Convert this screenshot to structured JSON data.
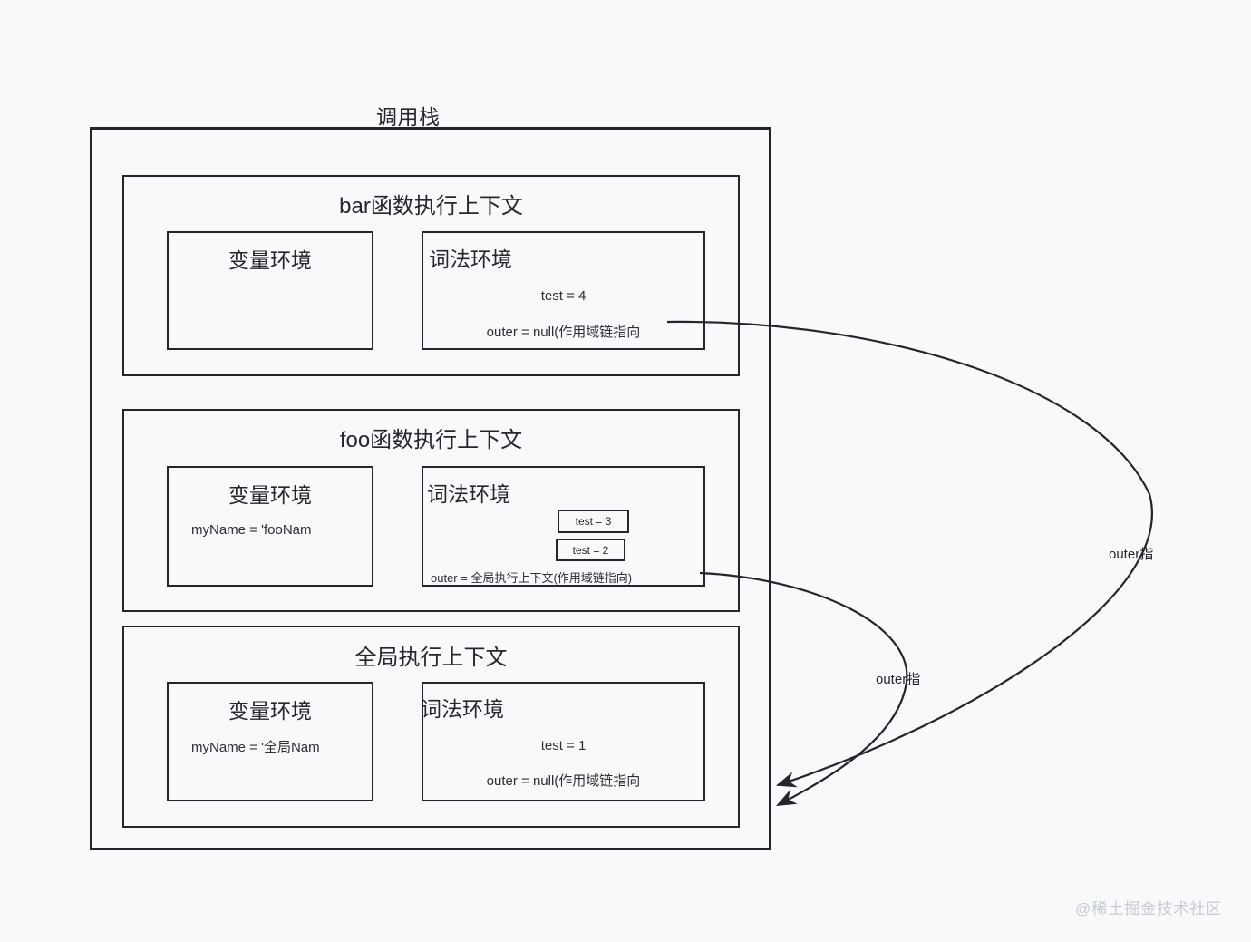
{
  "diagram": {
    "stack_title": "调用栈",
    "watermark": "@稀土掘金技术社区"
  },
  "contexts": [
    {
      "id": "bar",
      "title": "bar函数执行上下文",
      "variable_environment": {
        "title": "变量环境",
        "entries": []
      },
      "lexical_environment": {
        "title": "词法环境",
        "entries": [
          "test =  4",
          "outer = null(作用域链指向"
        ],
        "boxed_entries": []
      }
    },
    {
      "id": "foo",
      "title": "foo函数执行上下文",
      "variable_environment": {
        "title": "变量环境",
        "entries": [
          "myName = 'fooNam"
        ]
      },
      "lexical_environment": {
        "title": "词法环境",
        "entries": [
          "outer = 全局执行上下文(作用域链指向)"
        ],
        "boxed_entries": [
          "test = 3",
          "test =  2"
        ]
      }
    },
    {
      "id": "global",
      "title": "全局执行上下文",
      "variable_environment": {
        "title": "变量环境",
        "entries": [
          "myName = '全局Nam"
        ]
      },
      "lexical_environment": {
        "title": "词法环境",
        "entries": [
          "test =  1",
          "outer = null(作用域链指向"
        ],
        "boxed_entries": []
      }
    }
  ],
  "arrows": [
    {
      "id": "bar-outer",
      "label": "outer指"
    },
    {
      "id": "foo-outer",
      "label": "outer指"
    }
  ],
  "colors": {
    "background": "#f8f9fb",
    "stroke": "#23262d",
    "text": "#24272e",
    "watermark": "#c6cad2"
  }
}
